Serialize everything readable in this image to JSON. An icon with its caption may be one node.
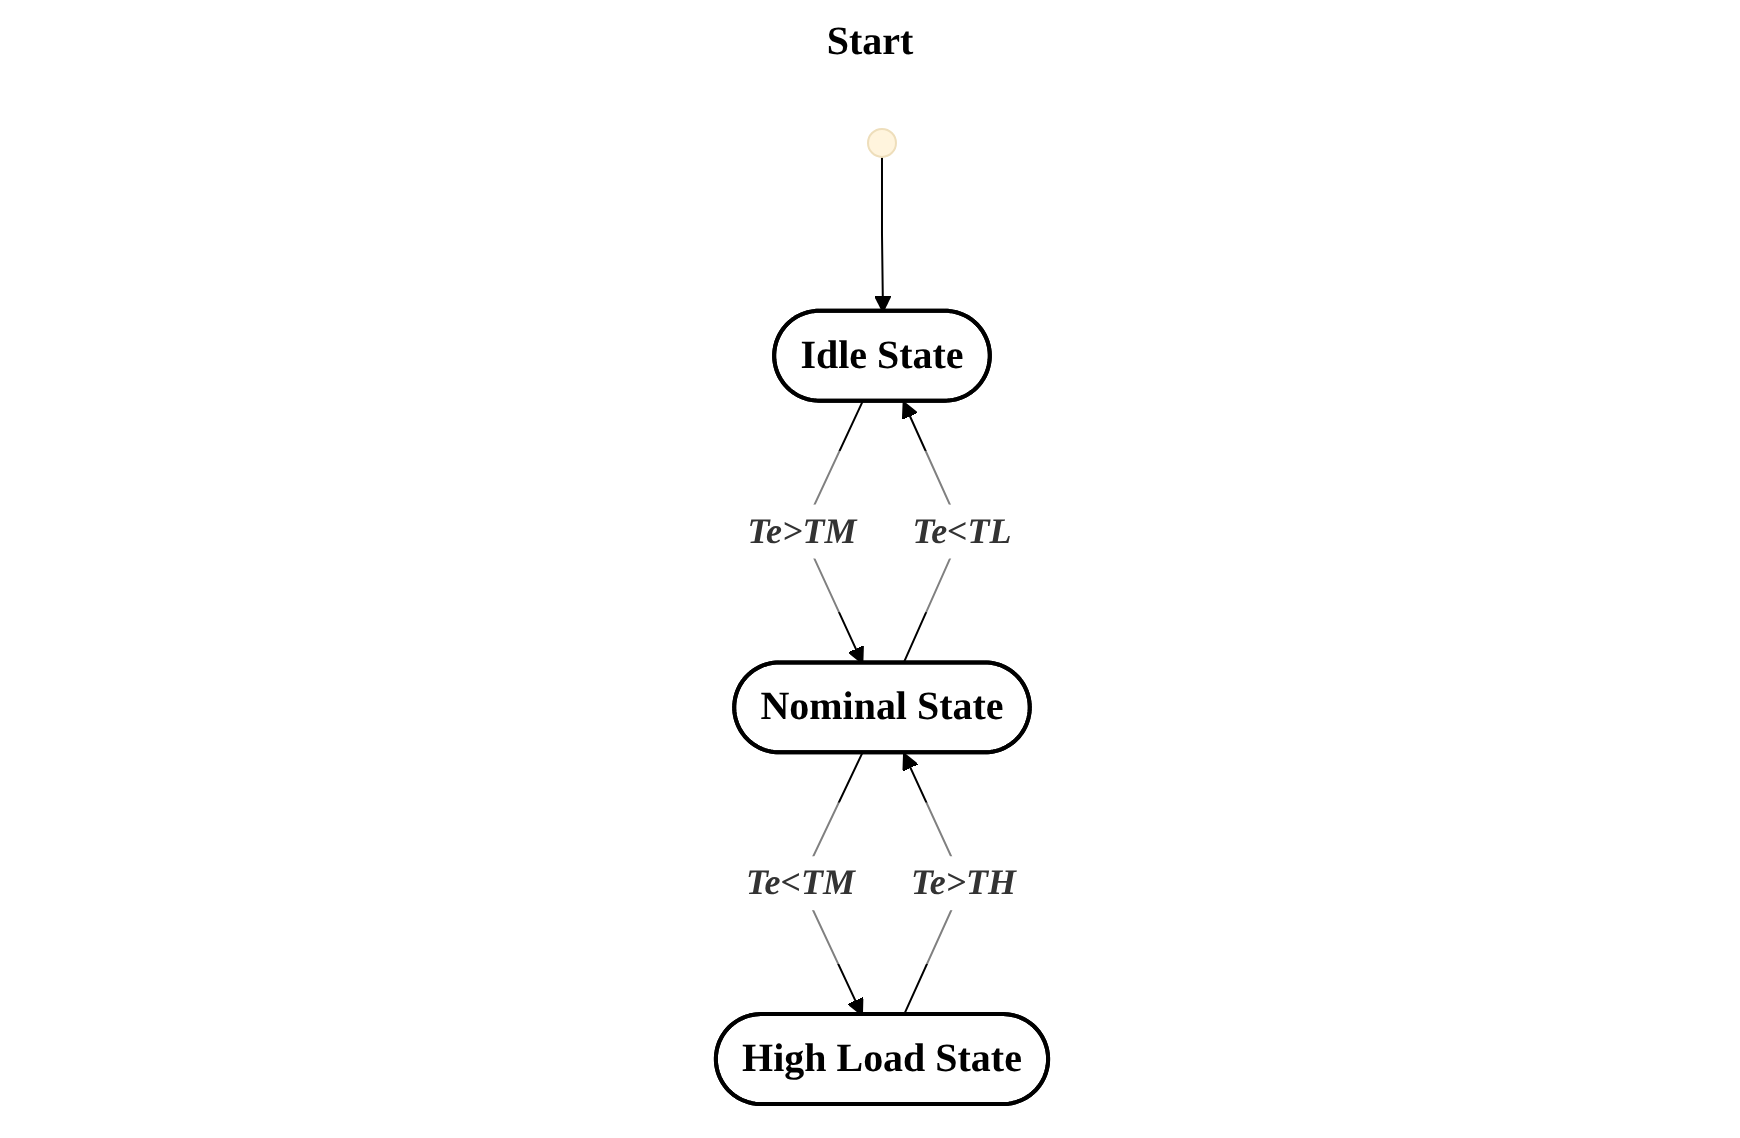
{
  "diagram": {
    "nodes": [
      {
        "text": [],
        "shape": "circle"
      },
      {
        "text": [
          "Idle State"
        ]
      },
      {
        "text": [
          "Nominal State"
        ]
      },
      {
        "text": [
          "High Load State"
        ]
      }
    ],
    "edges": [
      {
        "from": 0,
        "to": 1,
        "arrow": "to"
      },
      {
        "from": 1,
        "to": 2,
        "arrow": "to",
        "label": "Te>TM"
      },
      {
        "from": 2,
        "to": 1,
        "arrow": "to",
        "label": "Te<TL"
      },
      {
        "from": 2,
        "to": 3,
        "arrow": "to",
        "label": "Te<TM"
      },
      {
        "from": 3,
        "to": 2,
        "arrow": "to",
        "label": "Te>TH"
      }
    ],
    "labels": [
      "Start"
    ]
  }
}
